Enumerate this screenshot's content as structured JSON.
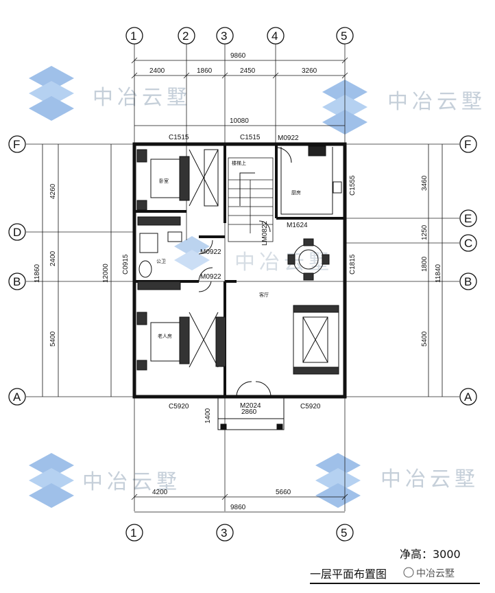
{
  "watermark": {
    "text": "中冶云墅"
  },
  "axes": {
    "top": [
      "1",
      "2",
      "3",
      "4",
      "5"
    ],
    "bottom": [
      "1",
      "3",
      "5"
    ],
    "left": [
      "F",
      "D",
      "B",
      "A"
    ],
    "right": [
      "F",
      "E",
      "C",
      "B",
      "A"
    ]
  },
  "dimensions": {
    "top_total": "9860",
    "top_segments": [
      "2400",
      "1860",
      "2450",
      "3260"
    ],
    "top_outer": "10080",
    "left_segments": [
      "4260",
      "2400",
      "5400"
    ],
    "left_total1": "11860",
    "left_total2": "12000",
    "right_segments": [
      "3460",
      "1250",
      "1800",
      "5400"
    ],
    "right_total": "11840",
    "bottom_segments": [
      "4200",
      "5660"
    ],
    "bottom_total": "9860",
    "porch_depth": "1400",
    "porch_width": "2860"
  },
  "openings": {
    "c1515_left": "C1515",
    "c1515_right": "C1515",
    "m0922_top": "M0922",
    "c1555": "C1555",
    "m1624": "M1624",
    "m0922_a": "M0922",
    "m0922_b": "M0922",
    "c0915": "C0915",
    "c1815": "C1815",
    "c5920_left": "C5920",
    "c5920_right": "C5920",
    "m2024": "M2024",
    "lm0822": "LM0822"
  },
  "rooms": {
    "bedroom1": "卧室",
    "kitchen": "厨房",
    "bath": "公卫",
    "elder_room": "老人房",
    "living": "客厅",
    "stair": "楼梯上"
  },
  "footer": {
    "net_height": "净高：3000",
    "title": "一层平面布置图",
    "source": "中冶云墅"
  }
}
